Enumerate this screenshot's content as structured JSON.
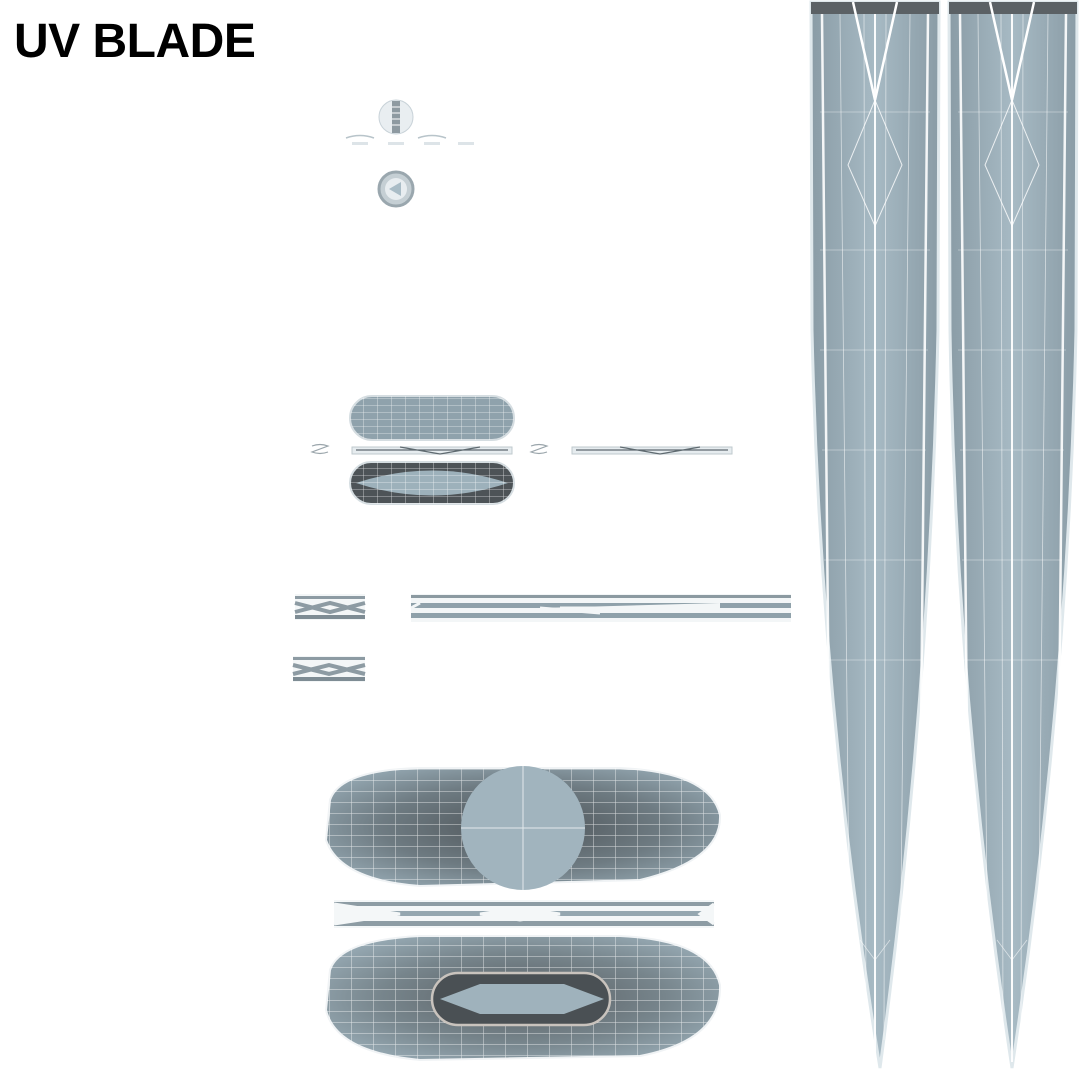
{
  "title": "UV BLADE",
  "colors": {
    "background": "#ffffff",
    "metal_light": "#9fb3bd",
    "metal_mid": "#8497a1",
    "metal_dark": "#4f5559",
    "wire": "#ffffff",
    "title_text": "#000000"
  },
  "uv_islands": [
    {
      "name": "pommel-small-disc",
      "shape": "circle"
    },
    {
      "name": "pommel-small-strips",
      "shape": "strips",
      "count": 4
    },
    {
      "name": "pommel-small-ring",
      "shape": "circle"
    },
    {
      "name": "guard-ring-top",
      "shape": "capsule"
    },
    {
      "name": "guard-ring-strips",
      "shape": "strips"
    },
    {
      "name": "guard-ring-bottom",
      "shape": "capsule"
    },
    {
      "name": "grip-strip-short-1",
      "shape": "strip"
    },
    {
      "name": "grip-strip-long",
      "shape": "strip"
    },
    {
      "name": "grip-strip-short-2",
      "shape": "strip"
    },
    {
      "name": "crossguard-top",
      "shape": "ellipse"
    },
    {
      "name": "crossguard-edge-strip",
      "shape": "strip"
    },
    {
      "name": "crossguard-bottom",
      "shape": "ellipse"
    },
    {
      "name": "blade-side-a",
      "shape": "blade"
    },
    {
      "name": "blade-side-b",
      "shape": "blade"
    }
  ]
}
